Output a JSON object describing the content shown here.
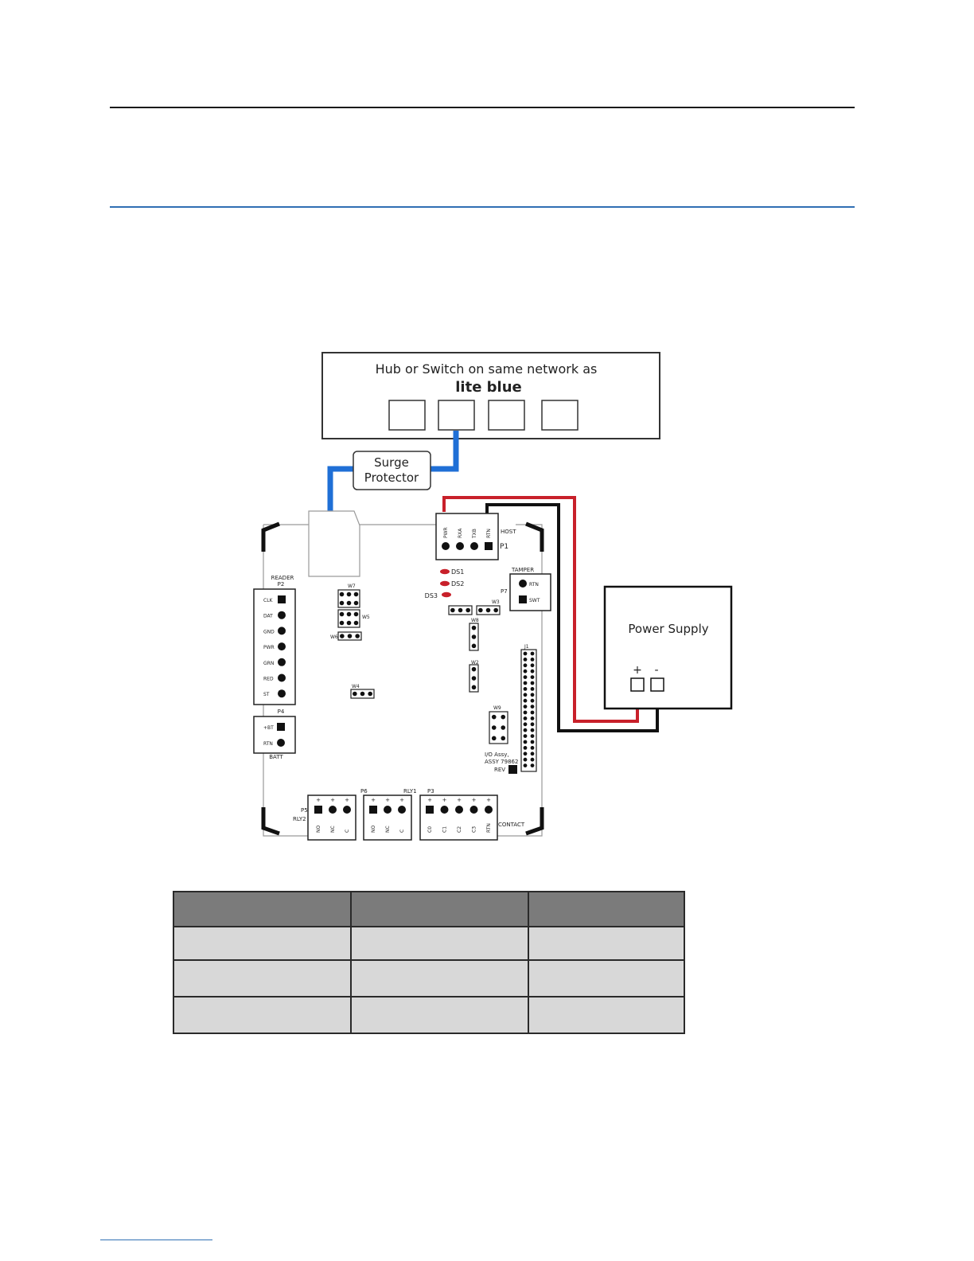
{
  "diagram": {
    "hub": {
      "line1": "Hub or Switch on same network as",
      "line2": "lite blue"
    },
    "surge": {
      "line1": "Surge",
      "line2": "Protector"
    },
    "power": {
      "label": "Power Supply",
      "plus": "+",
      "minus": "-"
    },
    "board": {
      "reader": {
        "title": "READER",
        "conn": "P2",
        "pins": [
          "CLK",
          "DAT",
          "GND",
          "PWR",
          "GRN",
          "RED",
          "ST"
        ]
      },
      "p4": {
        "conn": "P4",
        "pins": [
          "+BT",
          "RTN"
        ],
        "sub": "BATT"
      },
      "host": {
        "title": "HOST",
        "conn": "P1",
        "pins": [
          "PWR",
          "RXA",
          "TXB",
          "RTN"
        ]
      },
      "tamper": {
        "title": "TAMPER",
        "conn": "P7",
        "pins": [
          "RTN",
          "SWT"
        ]
      },
      "leds": [
        "DS1",
        "DS2",
        "DS3"
      ],
      "jumpers": [
        "W7",
        "W5",
        "W6",
        "W4",
        "W3",
        "W8",
        "W2",
        "W9",
        "J1"
      ],
      "assy": [
        "I/O Assy,",
        "ASSY 79862",
        "REV"
      ],
      "p5": {
        "conn": "P5",
        "sub": "RLY2",
        "pins": [
          "NO",
          "NC",
          "C"
        ]
      },
      "p6": {
        "conn": "P6",
        "sub": "RLY1",
        "pins": [
          "NO",
          "NC",
          "C"
        ]
      },
      "p3": {
        "conn": "P3",
        "sub": "CONTACT",
        "pins": [
          "C0",
          "C1",
          "C2",
          "C3",
          "RTN"
        ]
      }
    }
  },
  "table": {
    "header": [
      "",
      "",
      ""
    ],
    "rows": [
      [
        "",
        "",
        ""
      ],
      [
        "",
        "",
        ""
      ],
      [
        "",
        "",
        ""
      ]
    ]
  },
  "colors": {
    "cable_blue": "#1f6fd6",
    "wire_red": "#c8202a",
    "wire_black": "#111111",
    "rule_blue": "#2f6fb3"
  }
}
